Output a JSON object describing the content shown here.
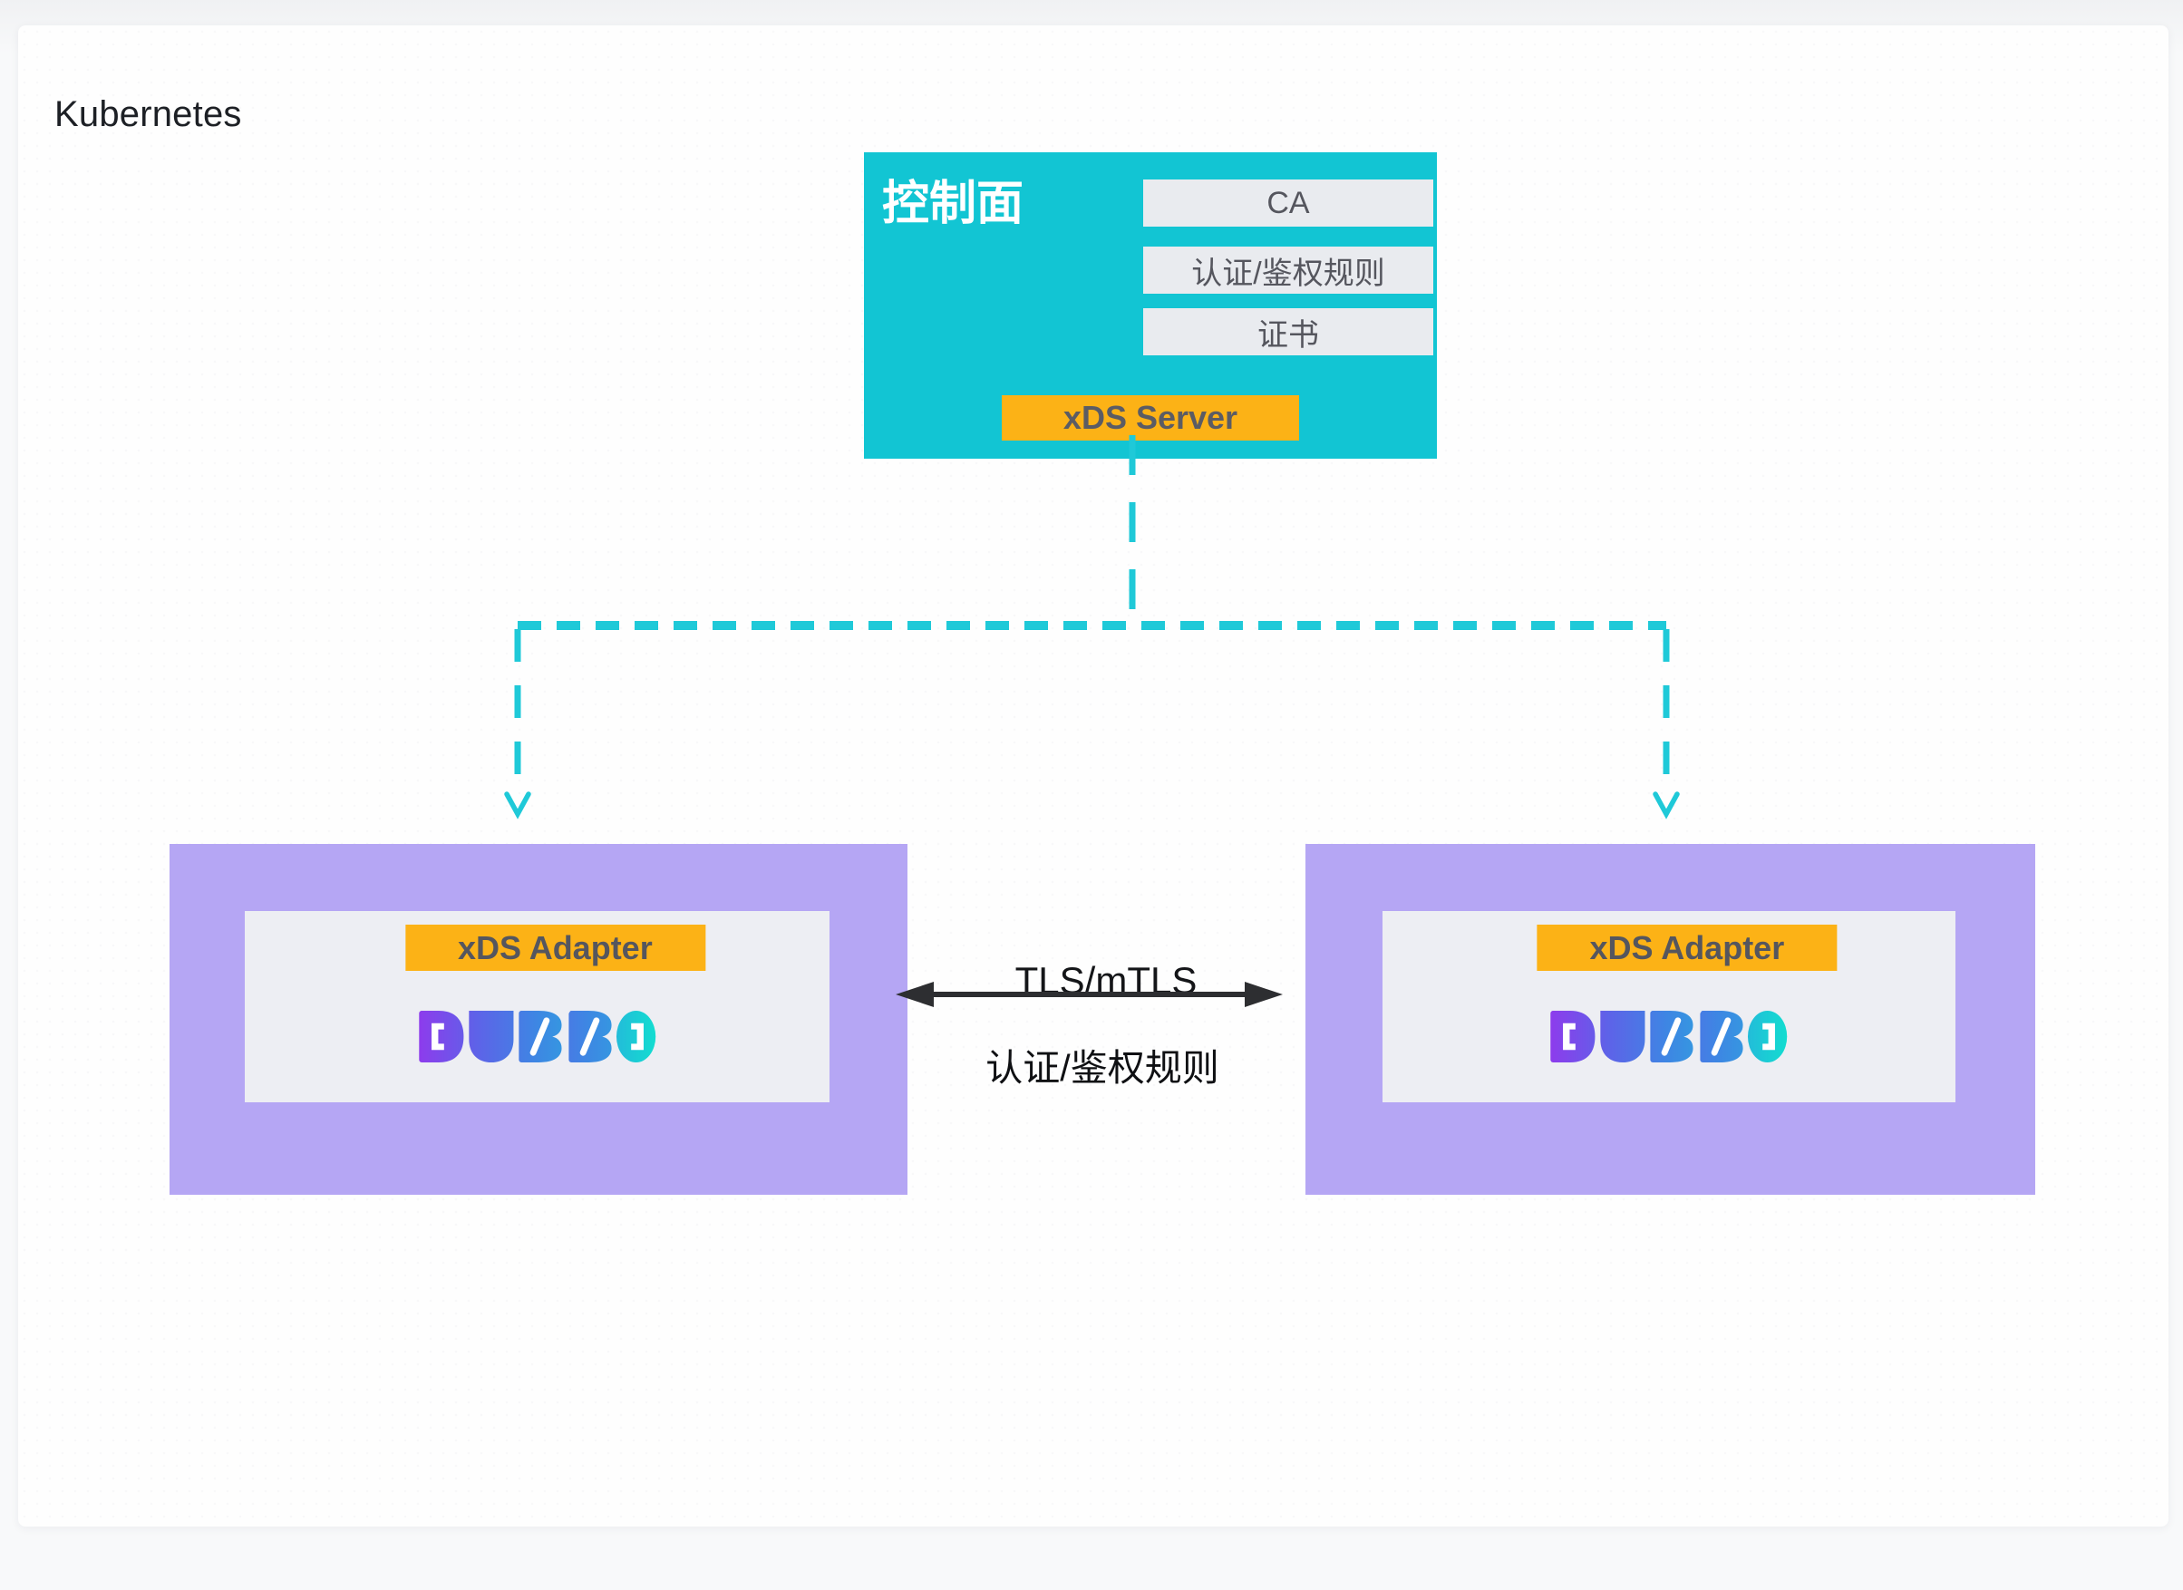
{
  "cluster": {
    "label": "Kubernetes"
  },
  "control_plane": {
    "title": "控制面",
    "components": [
      "CA",
      "认证/鉴权规则",
      "证书"
    ],
    "server_label": "xDS Server"
  },
  "link": {
    "protocol_label": "TLS/mTLS",
    "rules_label": "认证/鉴权规则"
  },
  "nodes": [
    {
      "adapter_label": "xDS Adapter",
      "logo_text": "DUBBO"
    },
    {
      "adapter_label": "xDS Adapter",
      "logo_text": "DUBBO"
    }
  ],
  "colors": {
    "control_plane_bg": "#12c5d3",
    "dashed_link": "#1fc9d8",
    "accent_orange": "#fcb216",
    "node_purple": "#b5a6f4",
    "node_inner_gray": "#edeef3",
    "component_row_gray": "#e9ebef",
    "arrow_black": "#2d2e31"
  }
}
